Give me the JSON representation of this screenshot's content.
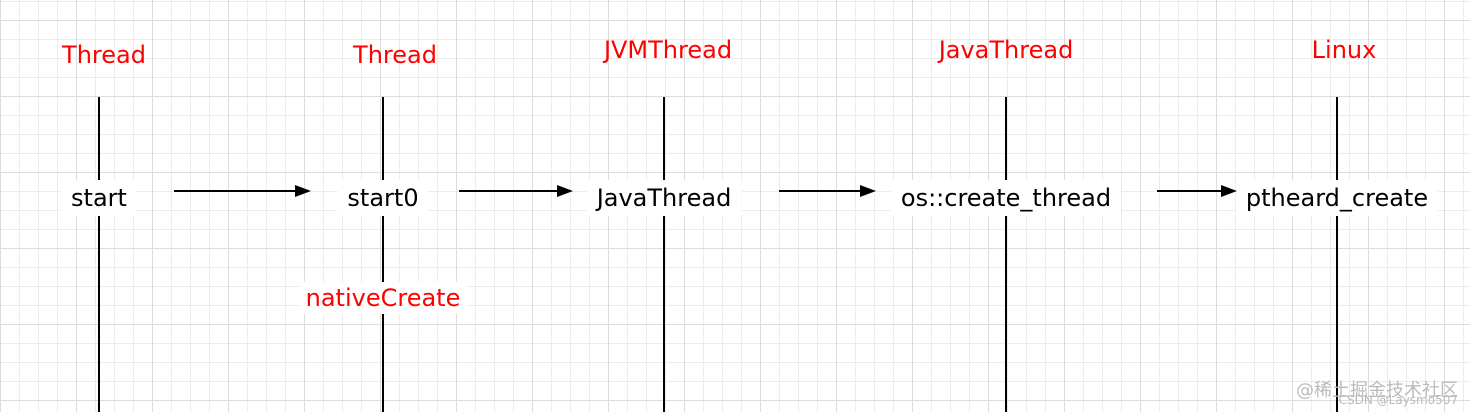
{
  "lanes": [
    {
      "title": "Thread",
      "node": "start",
      "note": ""
    },
    {
      "title": "Thread",
      "node": "start0",
      "note": "nativeCreate"
    },
    {
      "title": "JVMThread",
      "node": "JavaThread",
      "note": ""
    },
    {
      "title": "JavaThread",
      "node": "os::create_thread",
      "note": ""
    },
    {
      "title": "Linux",
      "node": "ptheard_create",
      "note": ""
    }
  ],
  "watermark": {
    "main": "@稀土掘金技术社区",
    "sub": "CSDN @Laysmo507"
  },
  "colors": {
    "title": "#ff0000",
    "note": "#ff0000",
    "line": "#000000"
  }
}
